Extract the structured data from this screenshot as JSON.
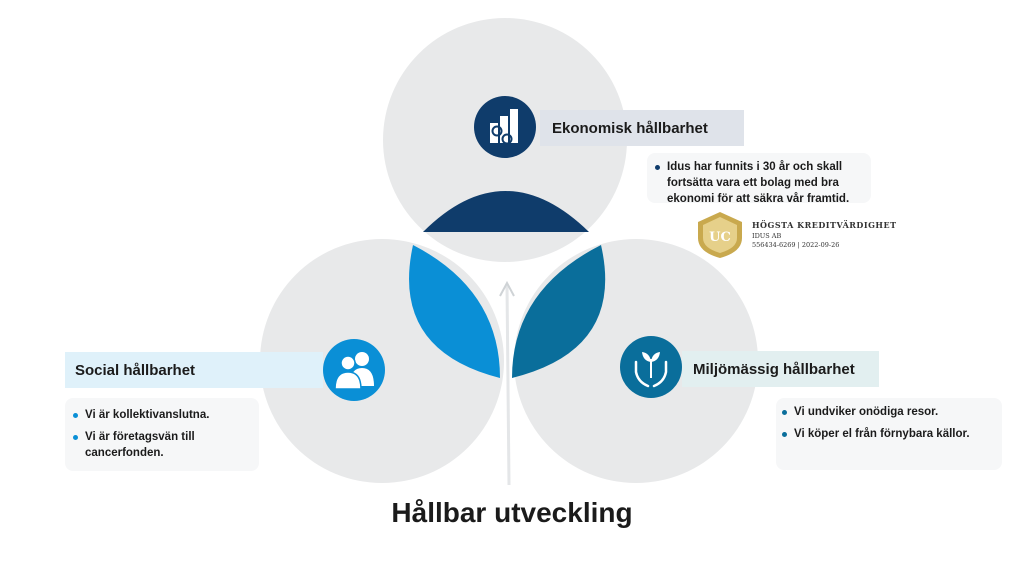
{
  "diagram": {
    "title": "Hållbar utveckling",
    "economic": {
      "label": "Ekonomisk hållbarhet",
      "bullets": [
        "Idus har funnits i 30 år och skall fortsätta vara ett bolag med bra ekonomi för att säkra vår framtid."
      ],
      "icon": "bar-chart-gears-icon"
    },
    "social": {
      "label": "Social hållbarhet",
      "bullets": [
        "Vi är kollektivanslutna.",
        "Vi är företagsvän till cancerfonden."
      ],
      "icon": "people-icon"
    },
    "environmental": {
      "label": "Miljömässig hållbarhet",
      "bullets": [
        "Vi undviker onödiga resor.",
        "Vi köper el från förnybara källor."
      ],
      "icon": "hands-plant-icon"
    },
    "badge": {
      "logo": "UC",
      "line1": "HÖGSTA KREDITVÄRDIGHET",
      "line2": "IDUS AB",
      "line3": "556434-6269 | 2022-09-26"
    },
    "colors": {
      "circle_grey": "#e8e9ea",
      "navy": "#0f3c6b",
      "light_blue": "#0a8fd6",
      "teal": "#0a6e9b",
      "label_econ_bg": "#dfe3ea",
      "label_social_bg": "#dff1fa",
      "label_env_bg": "#e2eff0",
      "gold": "#c9a94e"
    }
  }
}
